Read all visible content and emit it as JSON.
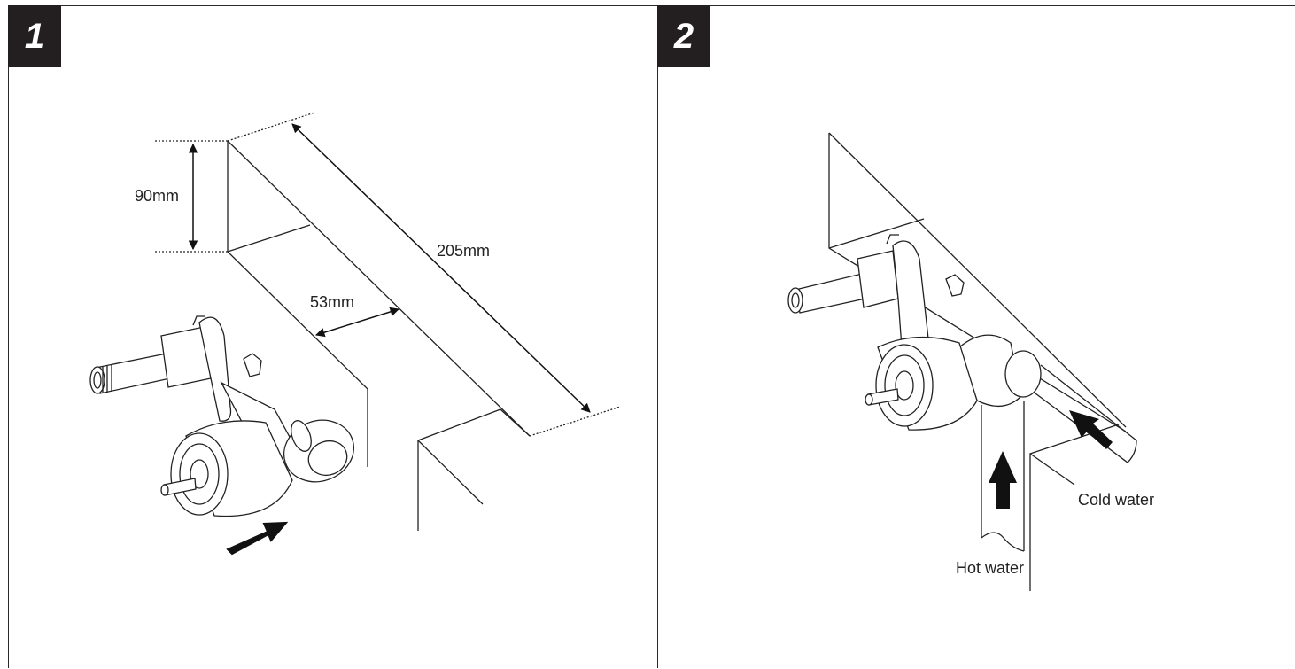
{
  "steps": [
    {
      "number": "1"
    },
    {
      "number": "2"
    }
  ],
  "step1": {
    "dimensions": {
      "height": "90mm",
      "depth": "53mm",
      "width": "205mm"
    }
  },
  "step2": {
    "labels": {
      "hot": "Hot water",
      "cold": "Cold water"
    }
  }
}
